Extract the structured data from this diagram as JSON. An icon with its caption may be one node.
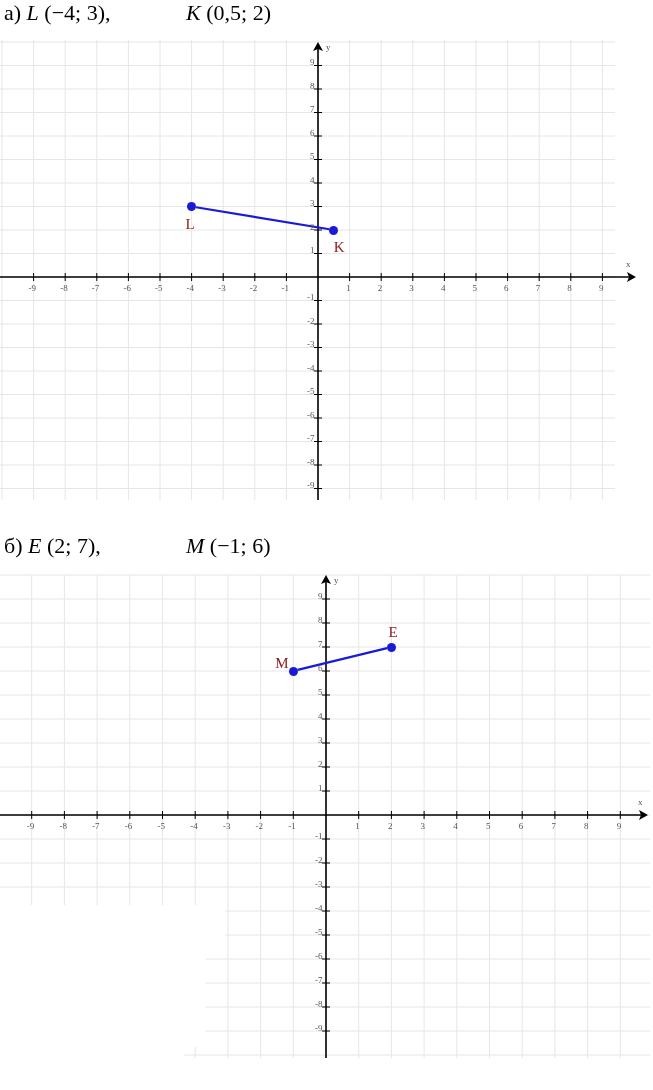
{
  "diagram": {
    "nodes": [
      {
        "text": [],
        "shape": "circle",
        "beside": [
          "L"
        ]
      },
      {
        "text": [],
        "shape": "circle",
        "beside": [
          "K"
        ]
      },
      {
        "text": [],
        "shape": "circle",
        "beside": [
          "E"
        ]
      },
      {
        "text": [],
        "shape": "circle",
        "beside": [
          "M"
        ]
      }
    ],
    "edges": [
      {
        "from": 0,
        "to": 1,
        "arrow": "none"
      },
      {
        "from": 3,
        "to": 2,
        "arrow": "none"
      }
    ],
    "labels": [
      "а) *L* (−4; 3),",
      "*K* (0,5; 2)",
      "y",
      "9",
      "8",
      "7",
      "6",
      "5",
      "4",
      "3",
      "2",
      "1",
      "x",
      "-9",
      "-8",
      "-7",
      "-6",
      "-5",
      "-4",
      "-3",
      "-2",
      "-1",
      "1",
      "2",
      "3",
      "4",
      "5",
      "6",
      "7",
      "8",
      "9",
      "-1",
      "-2",
      "-3",
      "-4",
      "-5",
      "-6",
      "-7",
      "-8",
      "-9",
      "б) *E* (2; 7),",
      "*M* (−1; 6)",
      "y",
      "9",
      "8",
      "7",
      "6",
      "5",
      "4",
      "3",
      "2",
      "1",
      "x",
      "-9",
      "-8",
      "-7",
      "-6",
      "-5",
      "-4",
      "-3",
      "-2",
      "-1",
      "1",
      "2",
      "3",
      "4",
      "5",
      "6",
      "7",
      "8",
      "9",
      "-1",
      "-2",
      "-3",
      "-4",
      "-5",
      "-6",
      "-7",
      "-8",
      "-9"
    ]
  }
}
